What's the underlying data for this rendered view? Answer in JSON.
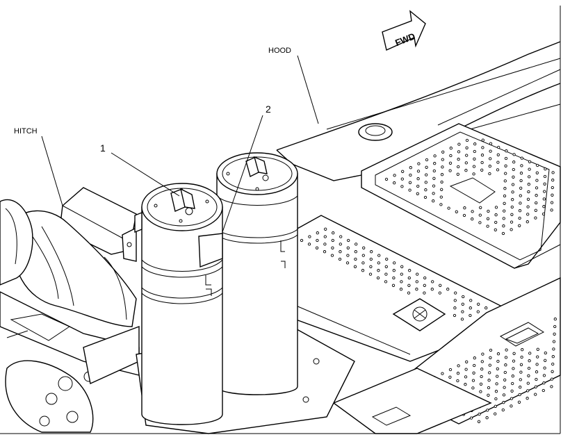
{
  "labels": {
    "fwd": "FWD",
    "hood": "HOOD",
    "hitch": "HITCH",
    "callout_1": "1",
    "callout_2": "2"
  },
  "colors": {
    "line": "#000000",
    "background": "#ffffff"
  }
}
